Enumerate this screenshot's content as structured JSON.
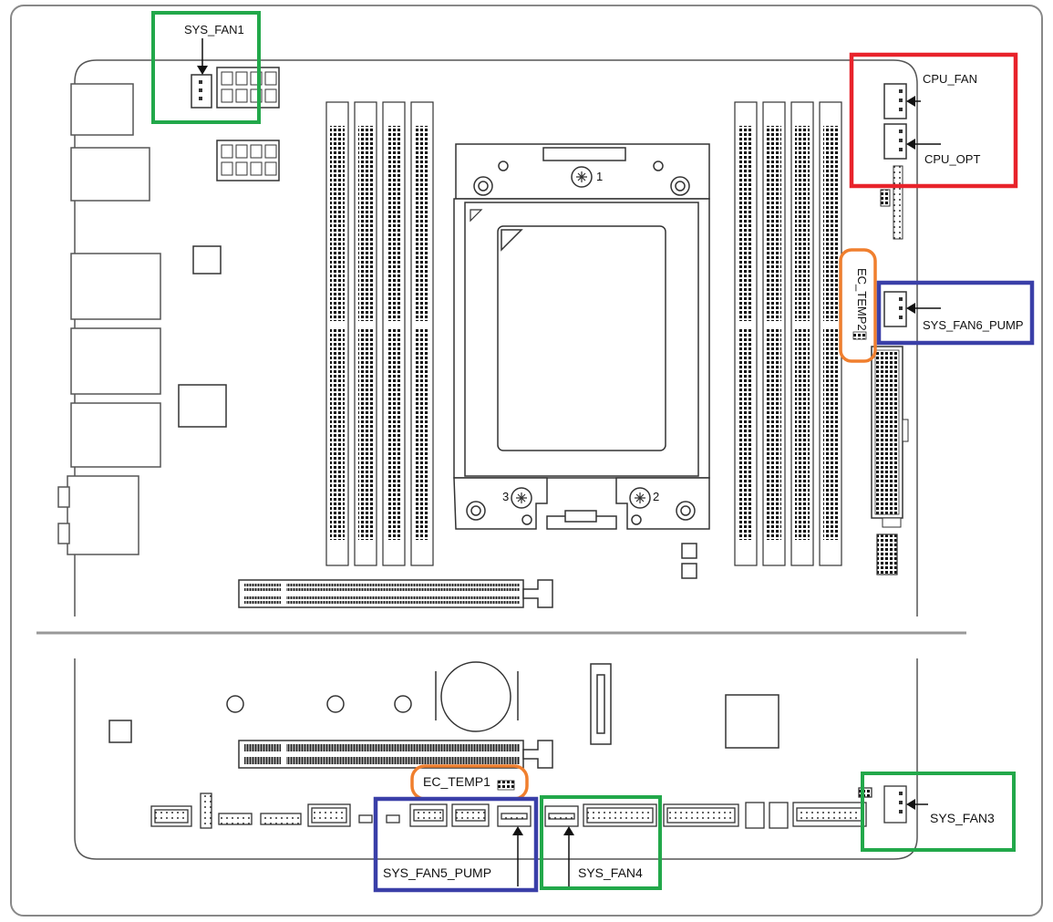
{
  "labels": {
    "sys_fan1": "SYS_FAN1",
    "cpu_fan": "CPU_FAN",
    "cpu_opt": "CPU_OPT",
    "ec_temp2": "EC_TEMP2",
    "sys_fan6_pump": "SYS_FAN6_PUMP",
    "ec_temp1": "EC_TEMP1",
    "sys_fan5_pump": "SYS_FAN5_PUMP",
    "sys_fan4": "SYS_FAN4",
    "sys_fan3": "SYS_FAN3",
    "socket_screw_1": "1",
    "socket_screw_2": "2",
    "socket_screw_3": "3"
  },
  "colors": {
    "green": "#22a84a",
    "red": "#e8232b",
    "blue": "#3a3fa8",
    "orange": "#f07f2e",
    "outline": "#555555",
    "divider": "#999999"
  }
}
